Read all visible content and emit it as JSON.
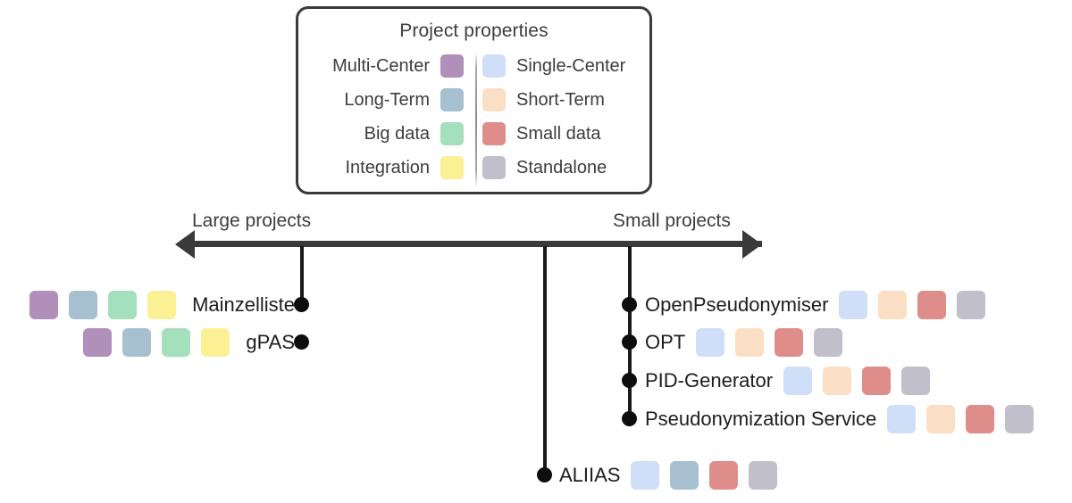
{
  "figure": {
    "axis": {
      "left_label": "Large projects",
      "right_label": "Small projects"
    },
    "legend": {
      "title": "Project properties",
      "pairs": [
        {
          "left_label": "Multi-Center",
          "left_color": "#b090b8",
          "right_label": "Single-Center",
          "right_color": "#cfdff7"
        },
        {
          "left_label": "Long-Term",
          "left_color": "#a7c0cf",
          "right_label": "Short-Term",
          "right_color": "#fadfc4"
        },
        {
          "left_label": "Big data",
          "left_color": "#a4e0bd",
          "right_label": "Small data",
          "right_color": "#df8d8b"
        },
        {
          "left_label": "Integration",
          "left_color": "#fbf093",
          "right_label": "Standalone",
          "right_color": "#c1bfcb"
        }
      ]
    },
    "colors": {
      "multi_center": "#b090b8",
      "single_center": "#cfdff7",
      "long_term": "#a7c0cf",
      "short_term": "#fadfc4",
      "big_data": "#a4e0bd",
      "small_data": "#df8d8b",
      "integration": "#fbf093",
      "standalone": "#c1bfcb",
      "ink": "#3a3a3a"
    },
    "projects": [
      {
        "name": "Mainzelliste",
        "side": "left",
        "properties": [
          "Multi-Center",
          "Long-Term",
          "Big data",
          "Integration"
        ],
        "swatch_colors": [
          "#b090b8",
          "#a7c0cf",
          "#a4e0bd",
          "#fbf093"
        ]
      },
      {
        "name": "gPAS",
        "side": "left",
        "properties": [
          "Multi-Center",
          "Long-Term",
          "Big data",
          "Integration"
        ],
        "swatch_colors": [
          "#b090b8",
          "#a7c0cf",
          "#a4e0bd",
          "#fbf093"
        ]
      },
      {
        "name": "OpenPseudonymiser",
        "side": "right",
        "properties": [
          "Single-Center",
          "Short-Term",
          "Small data",
          "Standalone"
        ],
        "swatch_colors": [
          "#cfdff7",
          "#fadfc4",
          "#df8d8b",
          "#c1bfcb"
        ]
      },
      {
        "name": "OPT",
        "side": "right",
        "properties": [
          "Single-Center",
          "Short-Term",
          "Small data",
          "Standalone"
        ],
        "swatch_colors": [
          "#cfdff7",
          "#fadfc4",
          "#df8d8b",
          "#c1bfcb"
        ]
      },
      {
        "name": "PID-Generator",
        "side": "right",
        "properties": [
          "Single-Center",
          "Short-Term",
          "Small data",
          "Standalone"
        ],
        "swatch_colors": [
          "#cfdff7",
          "#fadfc4",
          "#df8d8b",
          "#c1bfcb"
        ]
      },
      {
        "name": "Pseudonymization Service",
        "side": "right",
        "properties": [
          "Single-Center",
          "Short-Term",
          "Small data",
          "Standalone"
        ],
        "swatch_colors": [
          "#cfdff7",
          "#fadfc4",
          "#df8d8b",
          "#c1bfcb"
        ]
      },
      {
        "name": "ALIIAS",
        "side": "middle",
        "properties": [
          "Single-Center",
          "Long-Term",
          "Small data",
          "Standalone"
        ],
        "swatch_colors": [
          "#cfdff7",
          "#a7c0cf",
          "#df8d8b",
          "#c1bfcb"
        ]
      }
    ]
  }
}
